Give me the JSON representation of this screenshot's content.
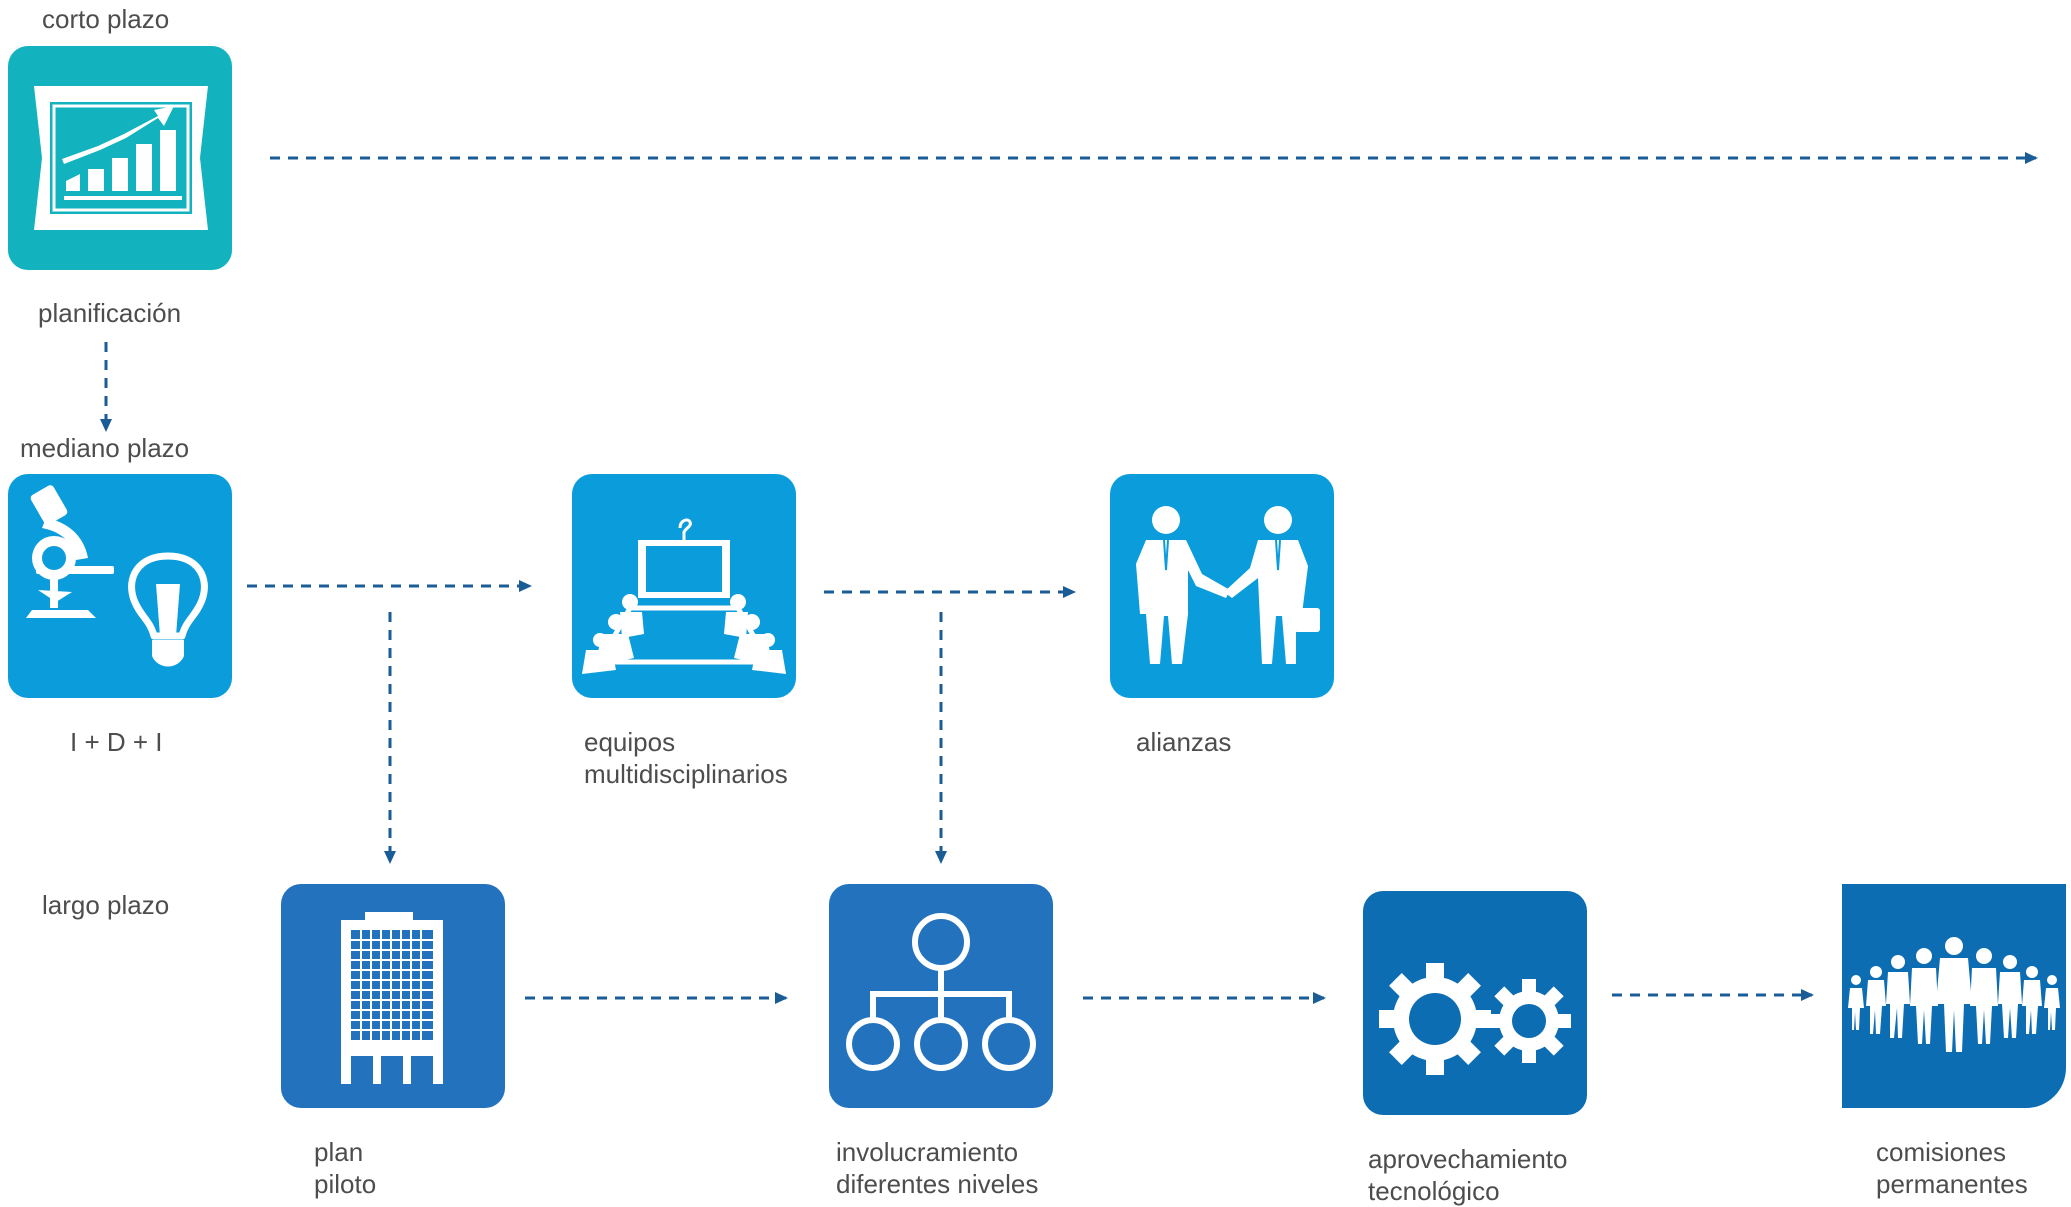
{
  "colors": {
    "short_term": "#12b3bf",
    "mid_term": "#0b9ddb",
    "long_term_light": "#2372be",
    "long_term_dark": "#0d6db3",
    "arrow": "#1a5c96"
  },
  "rows": {
    "short_term": "corto plazo",
    "mid_term": "mediano plazo",
    "long_term": "largo plazo"
  },
  "nodes": {
    "planning": {
      "label": "planificación",
      "icon": "chart-board-icon"
    },
    "rdi": {
      "label": "I + D + I",
      "icon": "microscope-lightbulb-icon"
    },
    "teams": {
      "label": "equipos\nmultidisciplinarios",
      "icon": "meeting-table-icon"
    },
    "alliances": {
      "label": "alianzas",
      "icon": "handshake-icon"
    },
    "pilot": {
      "label": "plan\npiloto",
      "icon": "building-icon"
    },
    "involvement": {
      "label": "involucramiento\ndiferentes niveles",
      "icon": "org-chart-icon"
    },
    "technology": {
      "label": "aprovechamiento\ntecnológico",
      "icon": "gears-icon"
    },
    "commissions": {
      "label": "comisiones\npermanentes",
      "icon": "people-group-icon"
    }
  },
  "edges": [
    [
      "planning",
      "timeline-end"
    ],
    [
      "planning",
      "rdi"
    ],
    [
      "rdi",
      "teams"
    ],
    [
      "rdi",
      "pilot"
    ],
    [
      "teams",
      "alliances"
    ],
    [
      "teams",
      "involvement"
    ],
    [
      "pilot",
      "involvement"
    ],
    [
      "involvement",
      "technology"
    ],
    [
      "technology",
      "commissions"
    ]
  ]
}
